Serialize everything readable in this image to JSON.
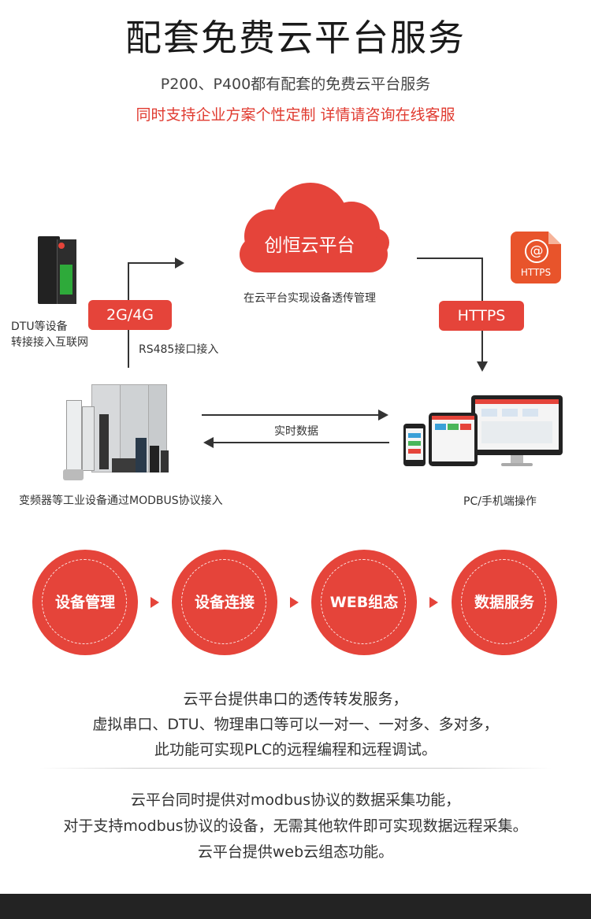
{
  "header": {
    "title": "配套免费云平台服务",
    "subtitle": "P200、P400都有配套的免费云平台服务",
    "highlight": "同时支持企业方案个性定制  详情请咨询在线客服"
  },
  "diagram": {
    "cloud_label": "创恒云平台",
    "cloud_caption": "在云平台实现设备透传管理",
    "dtu_caption_line1": "DTU等设备",
    "dtu_caption_line2": "转接接入互联网",
    "tag_network": "2G/4G",
    "tag_https": "HTTPS",
    "https_icon_text": "HTTPS",
    "https_icon_symbol": "@",
    "rs485_label": "RS485接口接入",
    "realtime_label": "实时数据",
    "equipment_caption": "变频器等工业设备通过MODBUS协议接入",
    "pc_caption": "PC/手机端操作"
  },
  "steps": [
    {
      "label": "设备管理"
    },
    {
      "label": "设备连接"
    },
    {
      "label": "WEB组态"
    },
    {
      "label": "数据服务"
    }
  ],
  "description1": [
    "云平台提供串口的透传转发服务，",
    "虚拟串口、DTU、物理串口等可以一对一、一对多、多对多，",
    "此功能可实现PLC的远程编程和远程调试。"
  ],
  "description2": [
    "云平台同时提供对modbus协议的数据采集功能，",
    "对于支持modbus协议的设备，无需其他软件即可实现数据远程采集。",
    "云平台提供web云组态功能。"
  ],
  "colors": {
    "accent": "#e5443a",
    "text": "#333333",
    "footer": "#232323"
  }
}
